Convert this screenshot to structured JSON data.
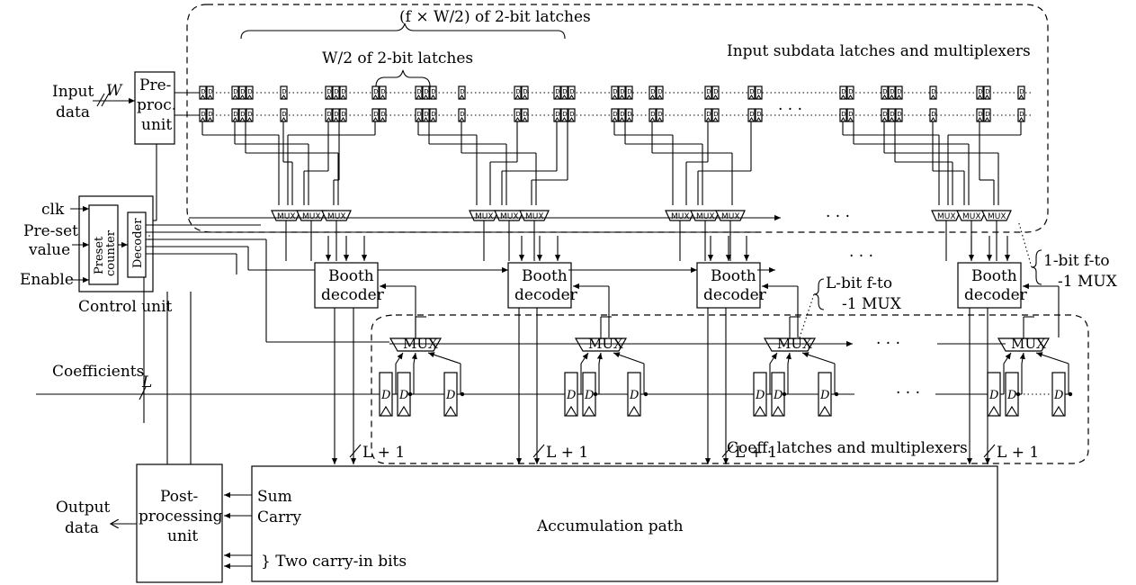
{
  "labels": {
    "input_data_1": "Input",
    "input_data_2": "data",
    "w_symbol": "W",
    "preproc_1": "Pre-",
    "preproc_2": "proc.",
    "preproc_3": "unit",
    "f_times_w": "(f × W/2) of 2-bit latches",
    "w_half": "W/2 of 2-bit latches",
    "input_subdata_group": "Input subdata latches and multiplexers",
    "clk": "clk",
    "preset_1": "Pre-set",
    "preset_2": "value",
    "enable": "Enable",
    "preset_counter_1": "Preset",
    "preset_counter_2": "counter",
    "decoder": "Decoder",
    "control_unit": "Control unit",
    "booth_1": "Booth",
    "booth_2": "decoder",
    "lbit_mux_1": "L-bit f-to",
    "lbit_mux_2": "-1 MUX",
    "onebit_mux_1": "1-bit f-to",
    "onebit_mux_2": "-1 MUX",
    "mux": "MUX",
    "coefficients": "Coefficients",
    "l_symbol": "L",
    "coeff_group": "Coeff. latches and multiplexers",
    "l_plus_1": "L + 1",
    "output_1": "Output",
    "output_2": "data",
    "postproc_1": "Post-",
    "postproc_2": "processing",
    "postproc_3": "unit",
    "sum": "Sum",
    "carry": "Carry",
    "two_carry_in": "} Two carry-in bits",
    "accumulation_path": "Accumulation path",
    "latch_d": "D",
    "ellipsis": "· · ·"
  }
}
